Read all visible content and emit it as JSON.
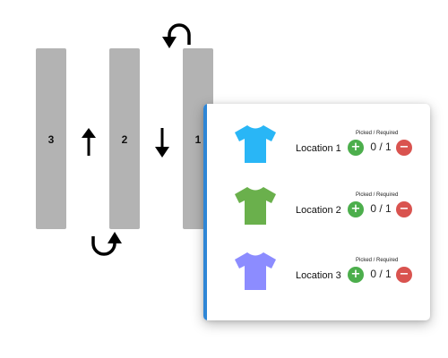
{
  "aisles": [
    {
      "number": "3"
    },
    {
      "number": "2"
    },
    {
      "number": "1"
    }
  ],
  "picks": [
    {
      "location": "Location 1",
      "header": "Picked / Required",
      "count": "0 / 1",
      "shirt_color": "#29b6f6",
      "plus": "+",
      "minus": "−"
    },
    {
      "location": "Location 2",
      "header": "Picked / Required",
      "count": "0 / 1",
      "shirt_color": "#6ab04c",
      "plus": "+",
      "minus": "−"
    },
    {
      "location": "Location 3",
      "header": "Picked / Required",
      "count": "0 / 1",
      "shirt_color": "#8c8cff",
      "plus": "+",
      "minus": "−"
    }
  ],
  "colors": {
    "panel_accent": "#2e86d6",
    "plus_button": "#4cae4c",
    "minus_button": "#d9534f",
    "aisle": "#b3b3b3"
  }
}
